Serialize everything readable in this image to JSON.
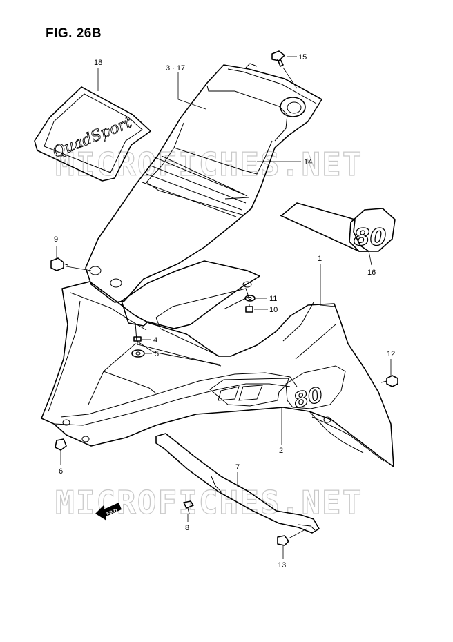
{
  "figure": {
    "title": "FIG. 26B",
    "decal_text_quadsport": "QuadSport",
    "decal_text_80": "80",
    "fwd_label": "FWD"
  },
  "watermark": {
    "text": "MICROFICHES.NET"
  },
  "callouts": [
    {
      "id": "c18",
      "label": "18"
    },
    {
      "id": "c3_17",
      "label": "3 · 17"
    },
    {
      "id": "c15",
      "label": "15"
    },
    {
      "id": "c14",
      "label": "14"
    },
    {
      "id": "c9",
      "label": "9"
    },
    {
      "id": "c16",
      "label": "16"
    },
    {
      "id": "c1",
      "label": "1"
    },
    {
      "id": "c11",
      "label": "11"
    },
    {
      "id": "c10",
      "label": "10"
    },
    {
      "id": "c4",
      "label": "4"
    },
    {
      "id": "c5",
      "label": "5"
    },
    {
      "id": "c12",
      "label": "12"
    },
    {
      "id": "c2",
      "label": "2"
    },
    {
      "id": "c6",
      "label": "6"
    },
    {
      "id": "c7",
      "label": "7"
    },
    {
      "id": "c8",
      "label": "8"
    },
    {
      "id": "c13",
      "label": "13"
    }
  ]
}
